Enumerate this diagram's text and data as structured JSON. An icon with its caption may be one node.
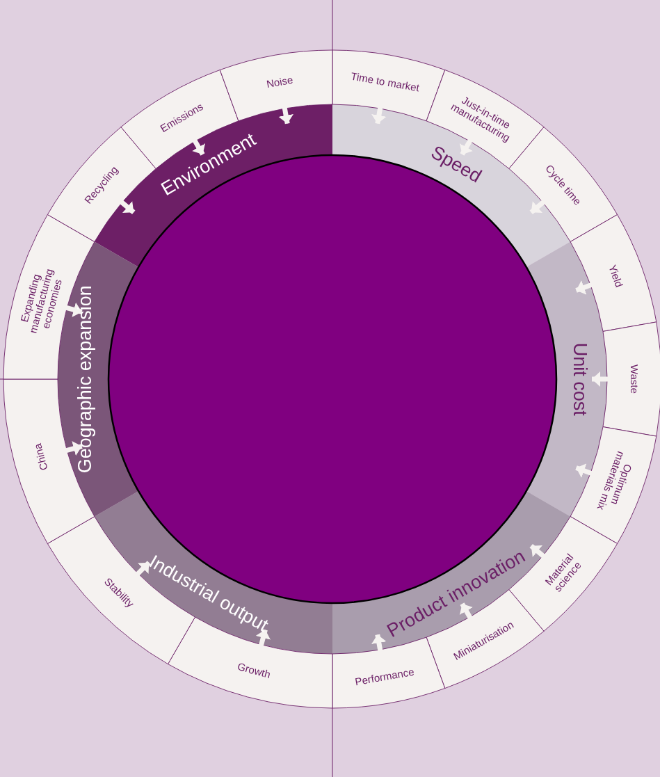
{
  "diagram": {
    "nodes": [
      {
        "text": [
          "Environment"
        ]
      },
      {
        "text": [
          "Speed"
        ]
      },
      {
        "text": [
          "Unit cost"
        ]
      },
      {
        "text": [
          "Product innovation"
        ]
      },
      {
        "text": [
          "Industrial output"
        ]
      },
      {
        "text": [
          "Geographic expansion"
        ]
      },
      {
        "text": [
          "Time to market"
        ]
      },
      {
        "text": [
          "Just-in-time manufacturing"
        ]
      },
      {
        "text": [
          "Cycle time"
        ]
      },
      {
        "text": [
          "Yield"
        ]
      },
      {
        "text": [
          "Waste"
        ]
      },
      {
        "text": [
          "Optimum materials mix"
        ]
      },
      {
        "text": [
          "Material science"
        ]
      },
      {
        "text": [
          "Miniaturisation"
        ]
      },
      {
        "text": [
          "Performance"
        ]
      },
      {
        "text": [
          "Growth"
        ]
      },
      {
        "text": [
          "Stability"
        ]
      },
      {
        "text": [
          "China"
        ]
      },
      {
        "text": [
          "Expanding manufacturing economies"
        ]
      },
      {
        "text": [
          "Recycling"
        ]
      },
      {
        "text": [
          "Emissions"
        ]
      },
      {
        "text": [
          "Noise"
        ]
      },
      {
        "text": [],
        "shape": "circle"
      }
    ],
    "edges": [
      {
        "from": 6,
        "to": 1,
        "arrow": "to"
      },
      {
        "from": 7,
        "to": 1,
        "arrow": "to"
      },
      {
        "from": 8,
        "to": 1,
        "arrow": "to"
      },
      {
        "from": 9,
        "to": 2,
        "arrow": "to"
      },
      {
        "from": 10,
        "to": 2,
        "arrow": "to"
      },
      {
        "from": 11,
        "to": 2,
        "arrow": "to"
      },
      {
        "from": 12,
        "to": 3,
        "arrow": "to"
      },
      {
        "from": 13,
        "to": 3,
        "arrow": "to"
      },
      {
        "from": 14,
        "to": 3,
        "arrow": "to"
      },
      {
        "from": 15,
        "to": 4,
        "arrow": "to"
      },
      {
        "from": 16,
        "to": 4,
        "arrow": "to"
      },
      {
        "from": 17,
        "to": 5,
        "arrow": "to"
      },
      {
        "from": 18,
        "to": 5,
        "arrow": "to"
      },
      {
        "from": 19,
        "to": 0,
        "arrow": "to"
      },
      {
        "from": 20,
        "to": 0,
        "arrow": "to"
      },
      {
        "from": 21,
        "to": 0,
        "arrow": "to"
      }
    ]
  }
}
